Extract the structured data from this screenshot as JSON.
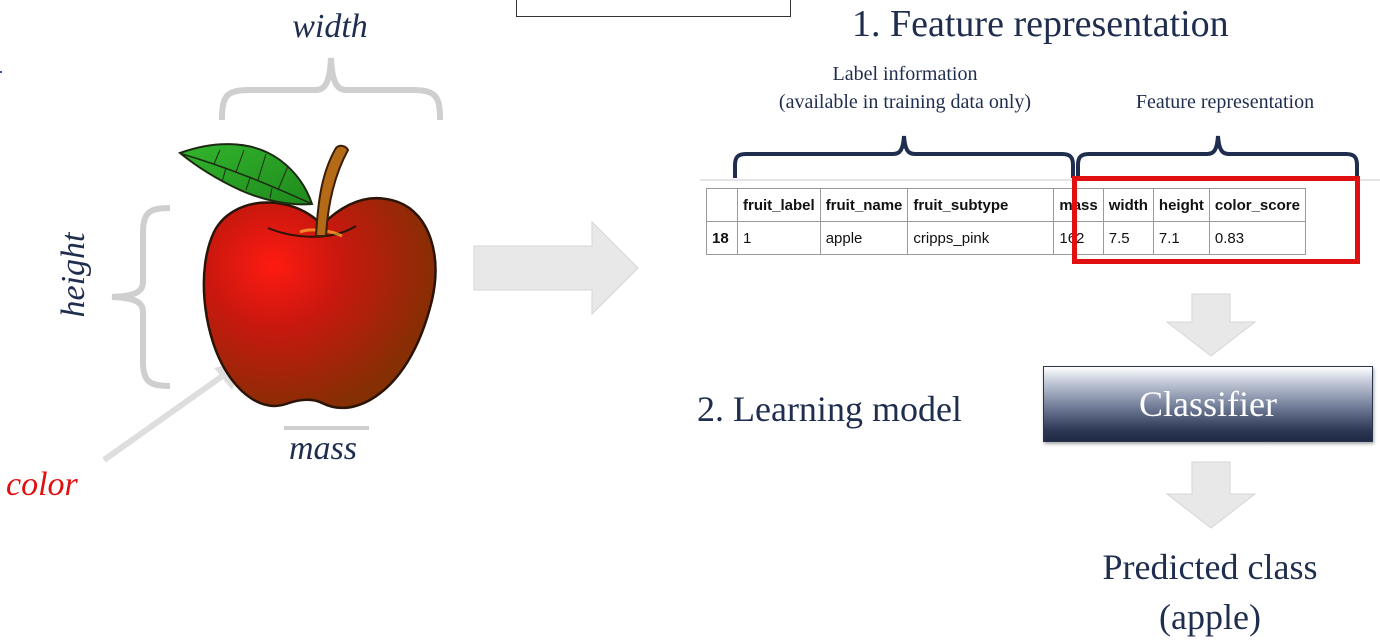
{
  "apple_labels": {
    "width": "width",
    "height": "height",
    "mass": "mass",
    "color": "color"
  },
  "steps": {
    "feature_heading": "1. Feature representation",
    "learning_heading": "2.  Learning model"
  },
  "bracket_labels": {
    "label_info_line1": "Label information",
    "label_info_line2": "(available in training data only)",
    "feature_rep": "Feature representation"
  },
  "table": {
    "columns": [
      "",
      "fruit_label",
      "fruit_name",
      "fruit_subtype",
      "mass",
      "width",
      "height",
      "color_score"
    ],
    "rows": [
      [
        "18",
        "1",
        "apple",
        "cripps_pink",
        "162",
        "7.5",
        "7.1",
        "0.83"
      ]
    ]
  },
  "classifier": {
    "label": "Classifier"
  },
  "prediction": {
    "line1": "Predicted class",
    "line2": "(apple)"
  },
  "colors": {
    "text_navy": "#1f2d4e",
    "highlight_red": "#e01010",
    "arrow_gray": "#e6e6e6",
    "bracket_navy": "#1f2d4e",
    "apple_red": "#c01a10",
    "leaf_green": "#2fae2a"
  }
}
